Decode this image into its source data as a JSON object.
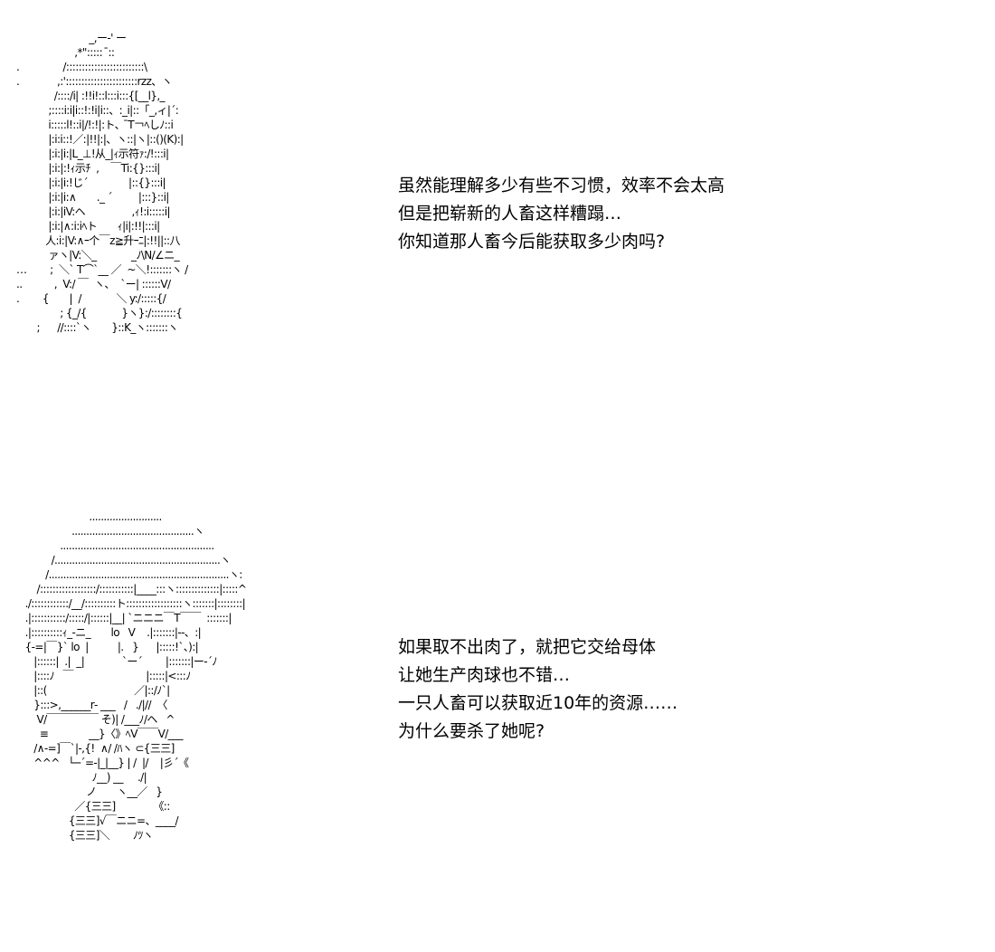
{
  "panels": [
    {
      "art": "                         _,ー-' ー\n                    ,*\":::::  ̄::\n.               /:::::::::::::::::::::::::\\\n.             ,:':::::::::::::::::::::::rzz、ヽ\n             /::::/i| :!!i!::l:::i:::{[__l},_\n           ;::::i:i|i::!:!i|i::、:_i|::「_,ィ|´:\n           i:::::l!::i|/!:!|:ト、 ̄T￢ﾍしﾉ::i\n           |:i:i::!／:|!!|:|、ヽ::|ヽ|::()(K):|\n           |:i:|i:|L_⊥!从_|ｨ示符ｧ:/!:::i|\n           |:i:|:!ｨ示ﾁ  ,    ￣Ti:{}:::i|\n           |:i:|i:!じ´              |::{}:::i|\n           |:i:|i:∧       ._ ´         |:::}::i|\n           |:i:|iV:ヘ                ,ｨ!:i:::::i|\n           |:i:|∧:i:iﾍト       ｨ|i|:!!|:::i|\n          人:i:|V:∧ｰ个￣z≧升ｰﾆ|:!!||::八\n           ァヽ|V:＼_            _ﾉ\\N/∠ニ_\n…        ;  ＼` T⌒`__ ／  ~＼!:::::::ヽ /\n..           ,  V:/ ￣  ヽ、  `ー| ::::::V/\n.        {       |  /            ＼ y:/:::::{/\n               ; {_/{            }ヽ}:/::::::::{\n       ;      //::::`ヽ       }::K_ヽ:::::::ヽ",
      "dialog": [
        "虽然能理解多少有些不习惯，效率不会太高",
        "但是把崭新的人畜这样糟蹋…",
        "你知道那人畜今后能获取多少肉吗?"
      ]
    },
    {
      "art": "                         .........................\n                   ..........................................ヽ\n               .....................................................\n            /.........................................................ヽ\n          /..............................................................ヽ:\n       /::::::::::::::::::/:::::::::::|____:::ヽ::::::::::::::|:::::^\n   ./::::::::::::/__/::::::::::ト::::::::::::::::::ヽ:::::::|::::::::|\n   .|:::::::::::/:::::/|::::::|__| `ニニニ￣T￣￣  :::::::|\n   .|::::::::::ｨ_-ニ_       lo   V    .|:::::::|--、:|\n   {-=|￣}` lo  |          |.   }      |:::::!`、):|\n      |::::::|  .|  _|             `ー´        |:::::::|ー‐´ﾉ\n      |::::ﾉ   ￣                         |:::::|<:::ﾉ\n      |::(                              ／|::/ﾉ`|\n      }:::>,______r‐ ___   /   ./|//  〈\n       V/￣￣￣￣￣ そ)| /___ﾉ/ヘ   ^\n        ≡              __}〈》ﾍV￣￣V/___\n      /∧-=]￣`|-,{!  ∧/ /ﾊヽ ⊂{三三]\n      ^^^   └─´=-|_|__} | /  |/    |彡´《\n                          ﾉ__) __     ./|\n                        ノ       ヽ__／   }\n                    ／{三三]             《::\n                  {三三]√￣ニニ=、____/\n                  {三三]＼        ﾉﾂヽ",
      "dialog": [
        "如果取不出肉了，就把它交给母体",
        "让她生产肉球也不错…",
        "一只人畜可以获取近10年的资源……",
        "为什么要杀了她呢?"
      ]
    }
  ]
}
